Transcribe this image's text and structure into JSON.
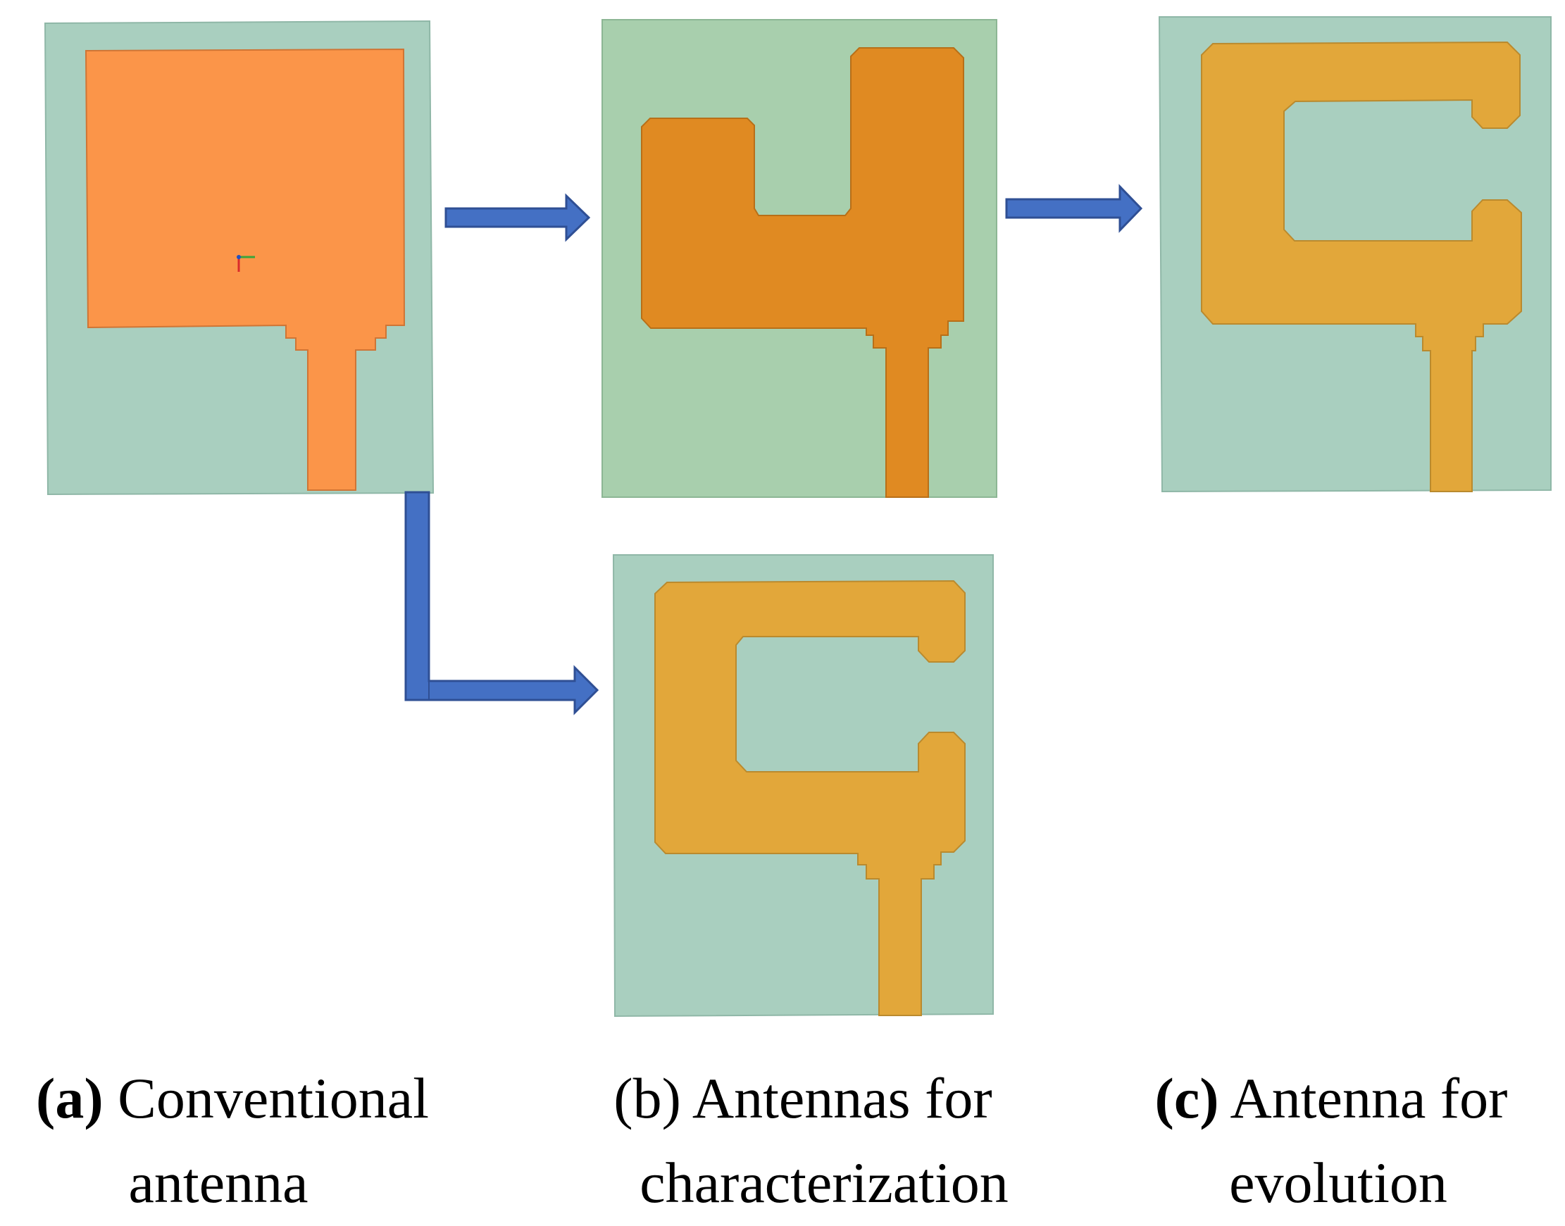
{
  "colors": {
    "substrate": "#a9cfbf",
    "substrate_b": "#a8cfad",
    "patch_a": "#fb9549",
    "patch_b": "#e08a22",
    "patch_c": "#e2a73a",
    "arrow": "#4470c4",
    "arrow_outline": "#2f4f94"
  },
  "panels": [
    {
      "id": "a",
      "shape": "rectangular-patch",
      "caption_letter": "(a)",
      "caption_line1": "Conventional",
      "caption_line2": "antenna"
    },
    {
      "id": "b",
      "shape": "u-shaped-patch",
      "caption_letter": "(b)",
      "caption_line1": "Antennas for",
      "caption_line2": "characterization"
    },
    {
      "id": "c",
      "shape": "c-shaped-patch",
      "caption_letter": "(c)",
      "caption_line1": "Antenna for",
      "caption_line2": "evolution"
    }
  ]
}
